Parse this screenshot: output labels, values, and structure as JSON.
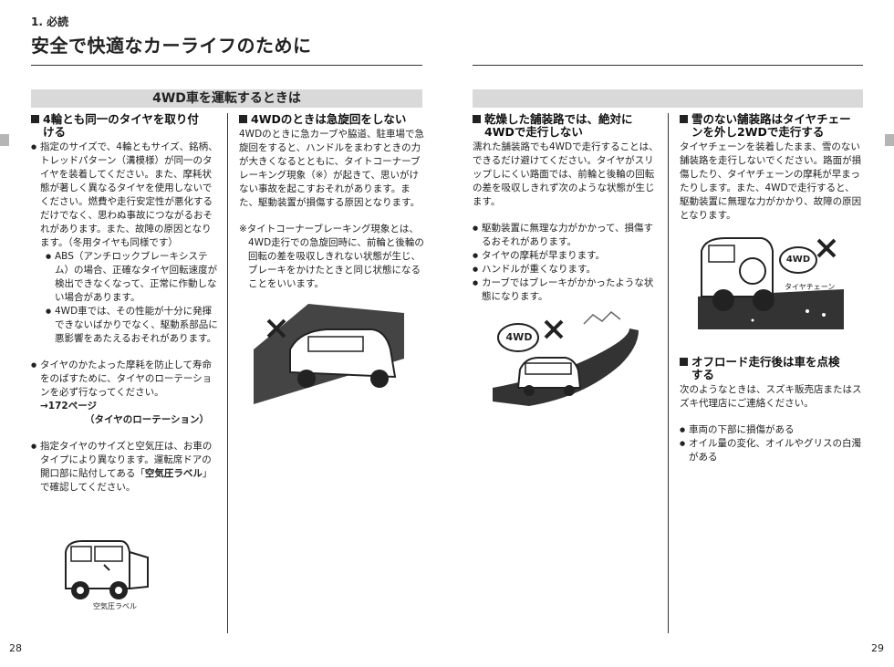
{
  "header": {
    "chapter": "1. 必読",
    "title": "安全で快適なカーライフのために"
  },
  "section_band": {
    "left_title": "4WD車を運転するときは"
  },
  "col1": {
    "heading_line1": "4輪とも同一のタイヤを取り付",
    "heading_line2": "ける",
    "bullet1": "指定のサイズで、4輪ともサイズ、銘柄、トレッドパターン（溝模様）が同一のタイヤを装着してください。また、摩耗状態が著しく異なるタイヤを使用しないでください。燃費や走行安定性が悪化するだけでなく、思わぬ事故につながるおそれがあります。また、故障の原因となります。（冬用タイヤも同様です）",
    "sub1": "ABS（アンチロックブレーキシステム）の場合、正確なタイヤ回転速度が検出できなくなって、正常に作動しない場合があります。",
    "sub2": "4WD車では、その性能が十分に発揮できないばかりでなく、駆動系部品に悪影響をあたえるおそれがあります。",
    "bullet2": "タイヤのかたよった摩耗を防止して寿命をのばすために、タイヤのローテーションを必ず行なってください。",
    "ref_line1": "→172ページ",
    "ref_line2": "（タイヤのローテーション）",
    "bullet3_a": "指定タイヤのサイズと空気圧は、お車のタイプにより異なります。運転席ドアの開口部に貼付してある「",
    "bullet3_bold": "空気圧ラベル",
    "bullet3_b": "」で確認してください。",
    "illus_label": "空気圧ラベル"
  },
  "col2": {
    "heading": "4WDのときは急旋回をしない",
    "body": "4WDのときに急カーブや脇道、駐車場で急旋回をすると、ハンドルをまわすときの力が大きくなるとともに、タイトコーナーブレーキング現象（※）が起きて、思いがけない事故を起こすおそれがあります。また、駆動装置が損傷する原因となります。",
    "note": "※タイトコーナーブレーキング現象とは、4WD走行での急旋回時に、前輪と後輪の回転の差を吸収しきれない状態が生じ、ブレーキをかけたときと同じ状態になることをいいます。"
  },
  "col3": {
    "heading_line1": "乾燥した舗装路では、絶対に",
    "heading_line2": "4WDで走行しない",
    "body": "濡れた舗装路でも4WDで走行することは、できるだけ避けてください。タイヤがスリップしにくい路面では、前輪と後輪の回転の差を吸収しきれず次のような状態が生じます。",
    "items": [
      "駆動装置に無理な力がかかって、損傷するおそれがあります。",
      "タイヤの摩耗が早まります。",
      "ハンドルが重くなります。",
      "カーブではブレーキがかかったような状態になります。"
    ],
    "badge": "4WD"
  },
  "col4": {
    "heading_line1": "雪のない舗装路はタイヤチェー",
    "heading_line2": "ンを外し2WDで走行する",
    "body": "タイヤチェーンを装着したまま、雪のない舗装路を走行しないでください。路面が損傷したり、タイヤチェーンの摩耗が早まったりします。また、4WDで走行すると、駆動装置に無理な力がかかり、故障の原因となります。",
    "badge": "4WD",
    "illus_label": "タイヤチェーン",
    "heading2_line1": "オフロード走行後は車を点検",
    "heading2_line2": "する",
    "body2": "次のようなときは、スズキ販売店またはスズキ代理店にご連絡ください。",
    "items2": [
      "車両の下部に損傷がある",
      "オイル量の変化、オイルやグリスの白濁がある"
    ]
  },
  "footer": {
    "page_left": "28",
    "page_right": "29"
  }
}
